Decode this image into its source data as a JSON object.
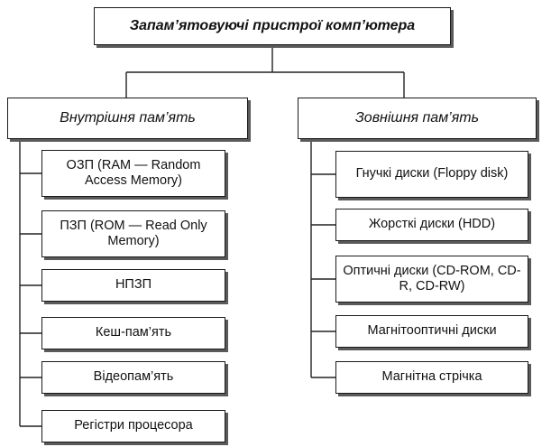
{
  "root": {
    "label": "Запам’ятовуючі пристрої комп’ютера"
  },
  "internal": {
    "label": "Внутрішня пам’ять",
    "items": [
      "ОЗП (RAM — Random Access Memory)",
      "ПЗП (ROM — Read Only Memory)",
      "НПЗП",
      "Кеш-пам’ять",
      "Відеопам’ять",
      "Регістри процесора"
    ]
  },
  "external": {
    "label": "Зовнішня пам’ять",
    "items": [
      "Гнучкі диски (Floppy disk)",
      "Жорсткі диски (HDD)",
      "Оптичні диски (CD-ROM, CD-R, CD-RW)",
      "Магнітооптичні диски",
      "Магнітна стрічка"
    ]
  }
}
